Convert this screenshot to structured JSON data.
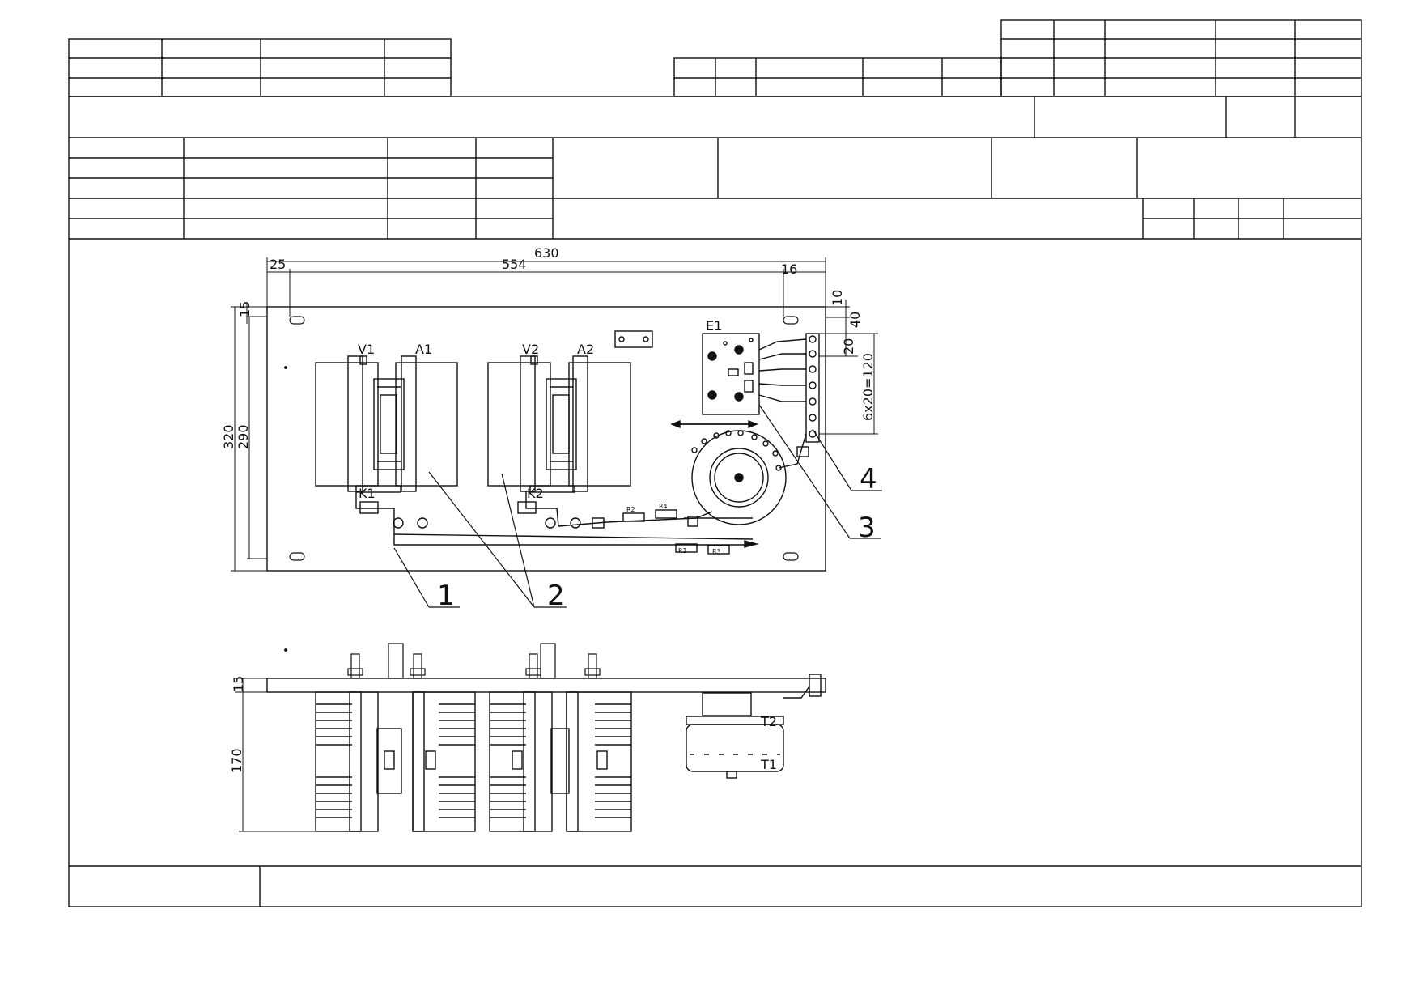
{
  "dimensions": {
    "overall_width": "630",
    "hole_spacing": "554",
    "left_offset": "25",
    "right_offset": "16",
    "top_offset_15": "15",
    "top_right_10": "10",
    "right_40": "40",
    "right_20": "20",
    "terminal_pitch": "6x20=120",
    "overall_height": "320",
    "inner_height": "290",
    "side_plate_thickness": "15",
    "side_height": "170"
  },
  "labels": {
    "v1": "V1",
    "a1": "A1",
    "v2": "V2",
    "a2": "A2",
    "k1": "K1",
    "k2": "K2",
    "e1": "E1",
    "r1": "R1",
    "r2": "R2",
    "r3": "R3",
    "r4": "R4",
    "t1": "T1",
    "t2": "T2"
  },
  "callouts": {
    "c1": "1",
    "c2": "2",
    "c3": "3",
    "c4": "4"
  }
}
